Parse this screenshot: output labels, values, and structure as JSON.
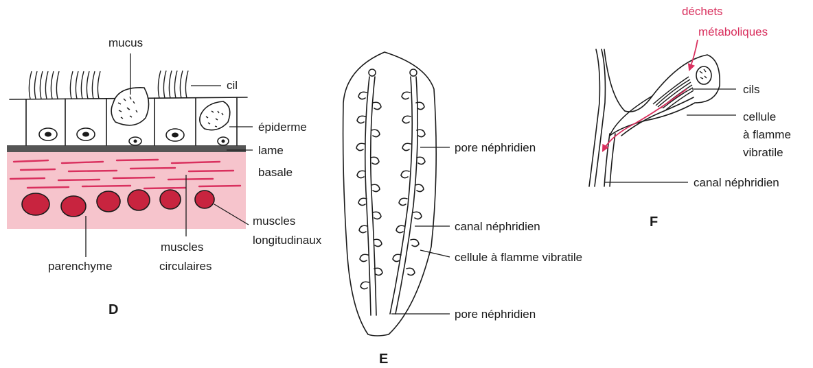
{
  "panel_d": {
    "letter": "D",
    "labels": {
      "mucus": "mucus",
      "cil": "cil",
      "epiderme": "épiderme",
      "lame_1": "lame",
      "lame_2": "basale",
      "parenchyme": "parenchyme",
      "circ_1": "muscles",
      "circ_2": "circulaires",
      "long_1": "muscles",
      "long_2": "longitudinaux"
    }
  },
  "panel_e": {
    "letter": "E",
    "labels": {
      "pore_top": "pore néphridien",
      "canal": "canal néphridien",
      "cellule": "cellule à flamme vibratile",
      "pore_bottom": "pore néphridien"
    }
  },
  "panel_f": {
    "letter": "F",
    "labels": {
      "dechets_1": "déchets",
      "dechets_2": "métaboliques",
      "cils": "cils",
      "cellule_1": "cellule",
      "cellule_2": "à flamme",
      "cellule_3": "vibratile",
      "canal": "canal néphridien"
    }
  },
  "colors": {
    "accent": "#d9305e",
    "muscle_fill": "#c8243f",
    "parenchyme_bg": "#f6c4cc",
    "lame": "#555555",
    "ink": "#1a1a1a"
  }
}
